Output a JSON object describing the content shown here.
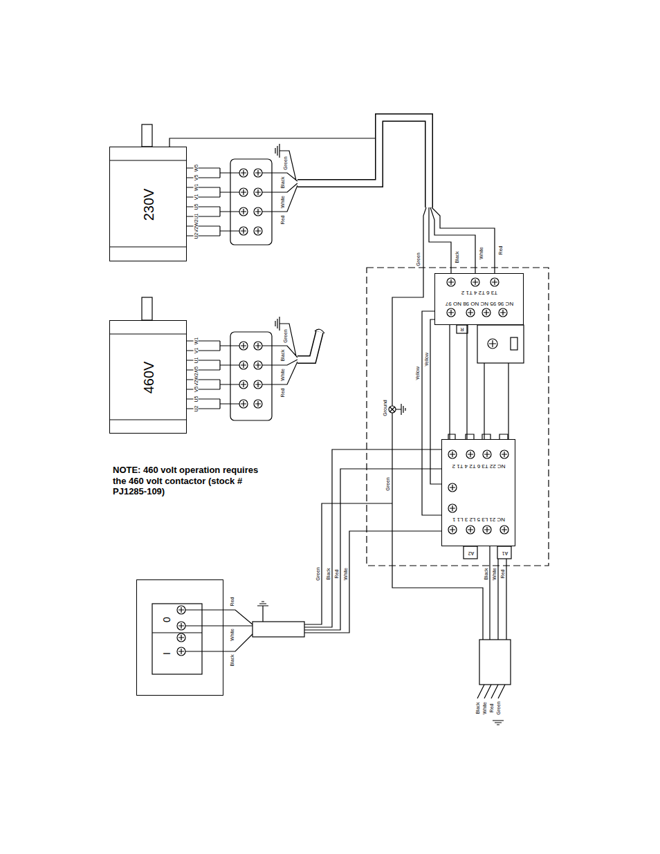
{
  "diagram": {
    "nodes": [
      {
        "text": [
          "230V"
        ]
      },
      {
        "text": [
          "T3 6 T2 4 T1 2",
          "NC 96 95 NC NO 98 NO 97"
        ]
      },
      {
        "text": [
          "460V"
        ]
      },
      {
        "text": [
          "NC 22 T3 6 T2 4 T1 2",
          "NC 21 L3 5 L2 3 L1 1",
          "A2",
          "A1"
        ]
      },
      {
        "text": [
          "0",
          "I"
        ]
      }
    ],
    "edges": [
      {
        "from": 1,
        "to": 0,
        "arrow": "none"
      },
      {
        "from": 3,
        "to": 1,
        "arrow": "none"
      },
      {
        "from": 4,
        "to": 3,
        "arrow": "none"
      }
    ],
    "labels": [
      "W5",
      "V5",
      "W1",
      "V1",
      "U5",
      "U1",
      "V2W2",
      "U2",
      "W1",
      "V1",
      "U1",
      "W5",
      "V2W2",
      "V5",
      "U5",
      "U2",
      "Green",
      "Black",
      "White",
      "Red",
      "Green",
      "Black",
      "White",
      "Red",
      "Green",
      "Black",
      "White",
      "Red",
      "Yellow",
      "Yellow",
      "R",
      "Ground",
      "Green",
      "NOTE: 460 volt operation requires the 460 volt contactor (stock # PJ1285-109)",
      "Red",
      "White",
      "Black",
      "Green",
      "Black",
      "Red",
      "White",
      "Black",
      "White",
      "Red",
      "Black",
      "White",
      "Red",
      "Green"
    ]
  }
}
